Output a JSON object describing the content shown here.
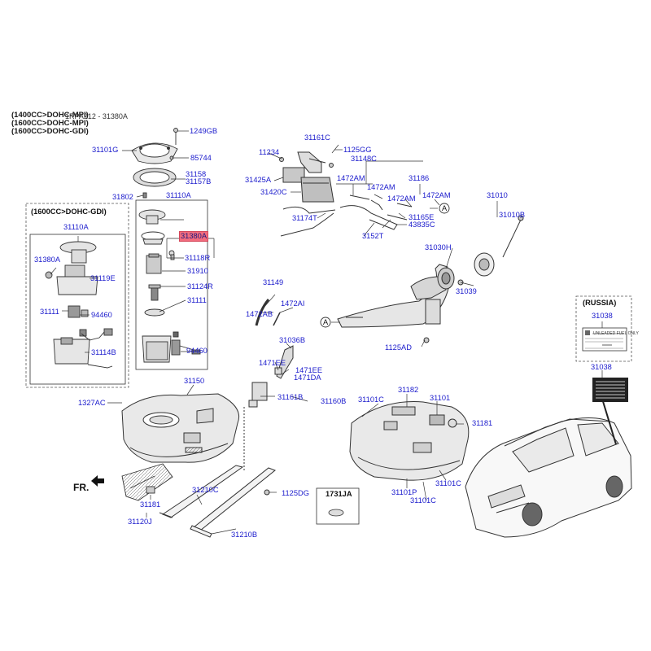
{
  "header": {
    "lines": [
      "(1400CC>DOHC-MPI)",
      "(1600CC>DOHC-MPI)",
      "(1600CC>DOHC-GDI)"
    ],
    "ref": "1RPA212 - 31380A"
  },
  "box_gdi": {
    "title": "(1600CC>DOHC-GDI)"
  },
  "box_russia": {
    "title": "(RUSSIA)",
    "sticker_text": "UNLEADED FUEL ONLY"
  },
  "labels": {
    "p1249GB": "1249GB",
    "p31101G": "31101G",
    "p85744": "85744",
    "p31158": "31158",
    "p31157B": "31157B",
    "p31802": "31802",
    "p31110A_top": "31110A",
    "p31110A_box": "31110A",
    "p31380A_left": "31380A",
    "p31119E": "31119E",
    "p31111_left": "31111",
    "p94460_left": "94460",
    "p31114B": "31114B",
    "p31380A_hl": "31380A",
    "p31118R": "31118R",
    "p31910": "31910",
    "p31124R": "31124R",
    "p31111_mid": "31111",
    "p94460_mid": "94460",
    "p31150": "31150",
    "p1327AC": "1327AC",
    "p31181_left": "31181",
    "p31120J": "31120J",
    "p31210C": "31210C",
    "p1125DG": "1125DG",
    "p31210B": "31210B",
    "p1731JA": "1731JA",
    "p31161C": "31161C",
    "p11234": "11234",
    "p1125GG": "1125GG",
    "p31148C": "31148C",
    "p31425A": "31425A",
    "p1472AM_1": "1472AM",
    "p31186": "31186",
    "p1472AM_2": "1472AM",
    "p31420C": "31420C",
    "p1472AM_3": "1472AM",
    "p1472AM_4": "1472AM",
    "p31174T": "31174T",
    "p31165E": "31165E",
    "p43835C": "43835C",
    "p3152T": "3152T",
    "p31010": "31010",
    "p31010B": "31010B",
    "p31030H": "31030H",
    "p31039": "31039",
    "p31149": "31149",
    "p1472AB": "1472AB",
    "p1472AI": "1472AI",
    "p31036B": "31036B",
    "p1471EE_1": "1471EE",
    "p1471EE_2": "1471EE",
    "p1471DA": "1471DA",
    "p31161B": "31161B",
    "p31160B": "31160B",
    "p1125AD": "1125AD",
    "p31182": "31182",
    "p31101C_1": "31101C",
    "p31101": "31101",
    "p31181_right": "31181",
    "p31101P": "31101P",
    "p31101C_2": "31101C",
    "p31101C_3": "31101C",
    "p31038_1": "31038",
    "p31038_2": "31038"
  },
  "markers": {
    "a1": "A",
    "a2": "A"
  },
  "front_indicator": "FR.",
  "colors": {
    "label": "#1a1acc",
    "highlight": "#f26b7d",
    "line": "#333333"
  },
  "icons": [
    "arrow-front-icon",
    "marker-a-icon"
  ]
}
